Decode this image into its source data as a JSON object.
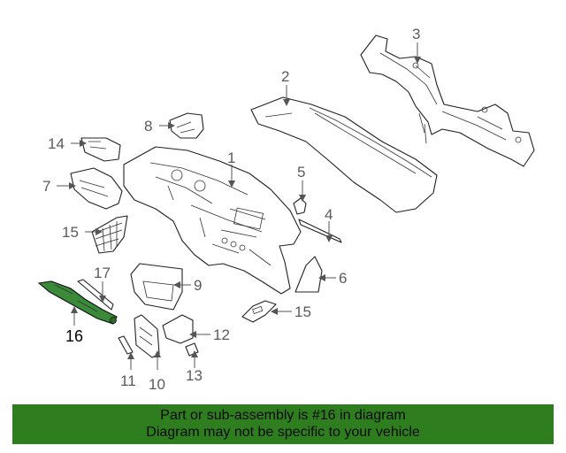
{
  "diagram": {
    "callouts": [
      {
        "id": "1",
        "label": "1"
      },
      {
        "id": "2",
        "label": "2"
      },
      {
        "id": "3",
        "label": "3"
      },
      {
        "id": "4",
        "label": "4"
      },
      {
        "id": "5",
        "label": "5"
      },
      {
        "id": "6",
        "label": "6"
      },
      {
        "id": "7",
        "label": "7"
      },
      {
        "id": "8",
        "label": "8"
      },
      {
        "id": "9",
        "label": "9"
      },
      {
        "id": "10",
        "label": "10"
      },
      {
        "id": "11",
        "label": "11"
      },
      {
        "id": "12",
        "label": "12"
      },
      {
        "id": "13",
        "label": "13"
      },
      {
        "id": "14",
        "label": "14"
      },
      {
        "id": "15a",
        "label": "15"
      },
      {
        "id": "15b",
        "label": "15"
      },
      {
        "id": "16",
        "label": "16"
      },
      {
        "id": "17",
        "label": "17"
      }
    ],
    "highlighted_part": "16",
    "highlight_color": "#3a8a3a"
  },
  "footer": {
    "line1": "Part or sub-assembly is #16 in diagram",
    "line2": "Diagram may not be specific to your vehicle",
    "background_color": "#2e7d1e"
  }
}
